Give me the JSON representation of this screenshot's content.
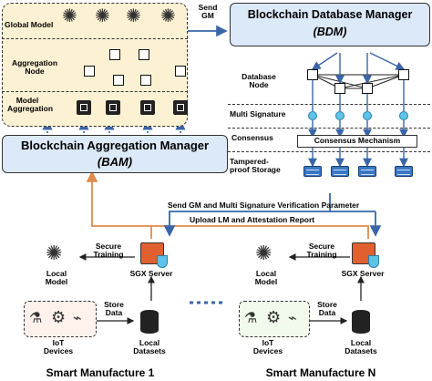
{
  "aggregation": {
    "global_model": "Global Model",
    "aggregation_node": "Aggregation Node",
    "model_aggregation": "Model Aggregation",
    "manager_title": "Blockchain Aggregation Manager",
    "manager_abbr": "(BAM)"
  },
  "database": {
    "manager_title": "Blockchain Database Manager",
    "manager_abbr": "(BDM)",
    "database_node": "Database Node",
    "multi_signature": "Multi Signature",
    "consensus": "Consensus",
    "consensus_mechanism": "Consensus Mechanism",
    "storage": "Tampered-proof Storage"
  },
  "edges": {
    "send_gm": "Send GM",
    "send_gm_param": "Send GM and  Multi Signature Verification Parameter",
    "upload_lm": "Upload LM and Attestation Report"
  },
  "manufacture_1": {
    "secure_training": "Secure Training",
    "local_model": "Local Model",
    "sgx_server": "SGX Server",
    "store_data": "Store Data",
    "iot_devices": "IoT Devices",
    "local_datasets": "Local Datasets",
    "title": "Smart Manufacture 1"
  },
  "manufacture_n": {
    "secure_training": "Secure Training",
    "local_model": "Local Model",
    "sgx_server": "SGX Server",
    "store_data": "Store Data",
    "iot_devices": "IoT Devices",
    "local_datasets": "Local Datasets",
    "title": "Smart Manufacture N"
  },
  "colors": {
    "bam_fill": "#fdf1d3",
    "bdm_fill": "#dce9f8",
    "mf1_fill": "#fadfd3",
    "mfn_fill": "#e2f2d6",
    "upload_arrow": "#e08a4a",
    "send_arrow": "#3a66a8"
  }
}
